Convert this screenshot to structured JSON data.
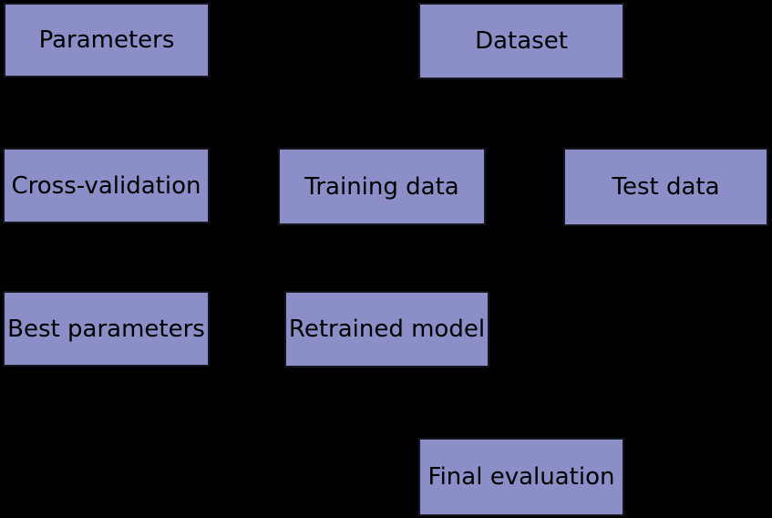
{
  "diagram": {
    "type": "flowchart",
    "nodes": [
      {
        "id": "parameters",
        "label": "Parameters"
      },
      {
        "id": "dataset",
        "label": "Dataset"
      },
      {
        "id": "cross-validation",
        "label": "Cross-validation"
      },
      {
        "id": "training-data",
        "label": "Training data"
      },
      {
        "id": "test-data",
        "label": "Test data"
      },
      {
        "id": "best-parameters",
        "label": "Best parameters"
      },
      {
        "id": "retrained-model",
        "label": "Retrained model"
      },
      {
        "id": "final-evaluation",
        "label": "Final evaluation"
      }
    ]
  },
  "colors": {
    "background": "#000000",
    "node-fill": "#8b8ec7",
    "node-border": "#15151f",
    "node-text": "#000000"
  }
}
